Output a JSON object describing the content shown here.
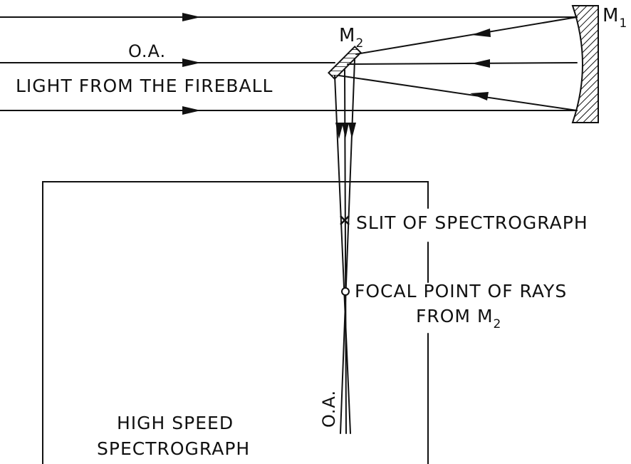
{
  "labels": {
    "mirror1_letter": "M",
    "mirror1_sub": "1",
    "mirror2_letter": "M",
    "mirror2_sub": "2",
    "optical_axis_top": "O.A.",
    "light_source": "LIGHT FROM THE FIREBALL",
    "slit": "SLIT OF SPECTROGRAPH",
    "focal_line1": "FOCAL POINT OF RAYS",
    "focal_line2_text": "FROM M",
    "focal_line2_sub": "2",
    "optical_axis_vertical": "O.A.",
    "instrument_line1": "HIGH SPEED",
    "instrument_line2": "SPECTROGRAPH"
  },
  "colors": {
    "ink": "#111111",
    "background": "#ffffff"
  }
}
